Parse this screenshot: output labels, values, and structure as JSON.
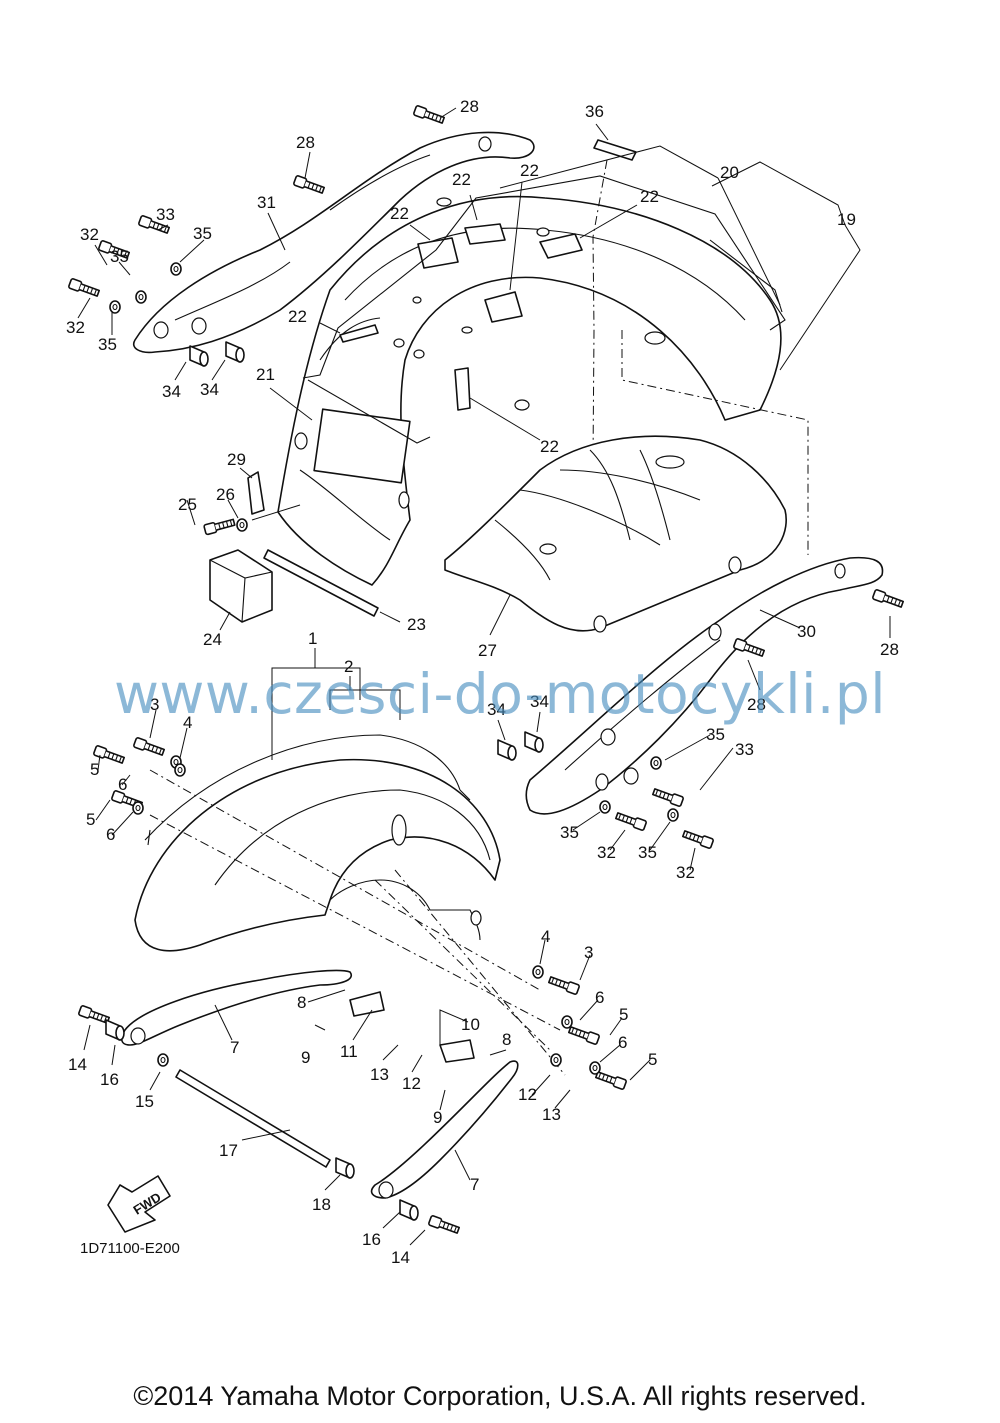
{
  "diagram": {
    "code": "1D71100-E200",
    "watermark": "www.czesci-do-motocykli.pl",
    "copyright": "©2014 Yamaha Motor Corporation, U.S.A. All rights reserved.",
    "fwd_label": "FWD"
  },
  "callouts": [
    {
      "id": "c28a",
      "label": "28"
    },
    {
      "id": "c28b",
      "label": "28"
    },
    {
      "id": "c36",
      "label": "36"
    },
    {
      "id": "c20",
      "label": "20"
    },
    {
      "id": "c19",
      "label": "19"
    },
    {
      "id": "c31",
      "label": "31"
    },
    {
      "id": "c33a",
      "label": "33"
    },
    {
      "id": "c32a",
      "label": "32"
    },
    {
      "id": "c35a",
      "label": "35"
    },
    {
      "id": "c35b",
      "label": "35"
    },
    {
      "id": "c32b",
      "label": "32"
    },
    {
      "id": "c35c",
      "label": "35"
    },
    {
      "id": "c34a",
      "label": "34"
    },
    {
      "id": "c34b",
      "label": "34"
    },
    {
      "id": "c22a",
      "label": "22"
    },
    {
      "id": "c22b",
      "label": "22"
    },
    {
      "id": "c22c",
      "label": "22"
    },
    {
      "id": "c22d",
      "label": "22"
    },
    {
      "id": "c22e",
      "label": "22"
    },
    {
      "id": "c22f",
      "label": "22"
    },
    {
      "id": "c21",
      "label": "21"
    },
    {
      "id": "c29",
      "label": "29"
    },
    {
      "id": "c25",
      "label": "25"
    },
    {
      "id": "c26",
      "label": "26"
    },
    {
      "id": "c24",
      "label": "24"
    },
    {
      "id": "c23",
      "label": "23"
    },
    {
      "id": "c27",
      "label": "27"
    },
    {
      "id": "c30",
      "label": "30"
    },
    {
      "id": "c28c",
      "label": "28"
    },
    {
      "id": "c28d",
      "label": "28"
    },
    {
      "id": "c1",
      "label": "1"
    },
    {
      "id": "c2",
      "label": "2"
    },
    {
      "id": "c3a",
      "label": "3"
    },
    {
      "id": "c4a",
      "label": "4"
    },
    {
      "id": "c5a",
      "label": "5"
    },
    {
      "id": "c6a",
      "label": "6"
    },
    {
      "id": "c5b",
      "label": "5"
    },
    {
      "id": "c6b",
      "label": "6"
    },
    {
      "id": "c34c",
      "label": "34"
    },
    {
      "id": "c34d",
      "label": "34"
    },
    {
      "id": "c35d",
      "label": "35"
    },
    {
      "id": "c33b",
      "label": "33"
    },
    {
      "id": "c35e",
      "label": "35"
    },
    {
      "id": "c32c",
      "label": "32"
    },
    {
      "id": "c35f",
      "label": "35"
    },
    {
      "id": "c32d",
      "label": "32"
    },
    {
      "id": "c4b",
      "label": "4"
    },
    {
      "id": "c3b",
      "label": "3"
    },
    {
      "id": "c6c",
      "label": "6"
    },
    {
      "id": "c5c",
      "label": "5"
    },
    {
      "id": "c6d",
      "label": "6"
    },
    {
      "id": "c5d",
      "label": "5"
    },
    {
      "id": "c7a",
      "label": "7"
    },
    {
      "id": "c8a",
      "label": "8"
    },
    {
      "id": "c9a",
      "label": "9"
    },
    {
      "id": "c11",
      "label": "11"
    },
    {
      "id": "c10",
      "label": "10"
    },
    {
      "id": "c8b",
      "label": "8"
    },
    {
      "id": "c13a",
      "label": "13"
    },
    {
      "id": "c12a",
      "label": "12"
    },
    {
      "id": "c9b",
      "label": "9"
    },
    {
      "id": "c12b",
      "label": "12"
    },
    {
      "id": "c13b",
      "label": "13"
    },
    {
      "id": "c14a",
      "label": "14"
    },
    {
      "id": "c16a",
      "label": "16"
    },
    {
      "id": "c15",
      "label": "15"
    },
    {
      "id": "c17",
      "label": "17"
    },
    {
      "id": "c18",
      "label": "18"
    },
    {
      "id": "c7b",
      "label": "7"
    },
    {
      "id": "c16b",
      "label": "16"
    },
    {
      "id": "c14b",
      "label": "14"
    }
  ]
}
